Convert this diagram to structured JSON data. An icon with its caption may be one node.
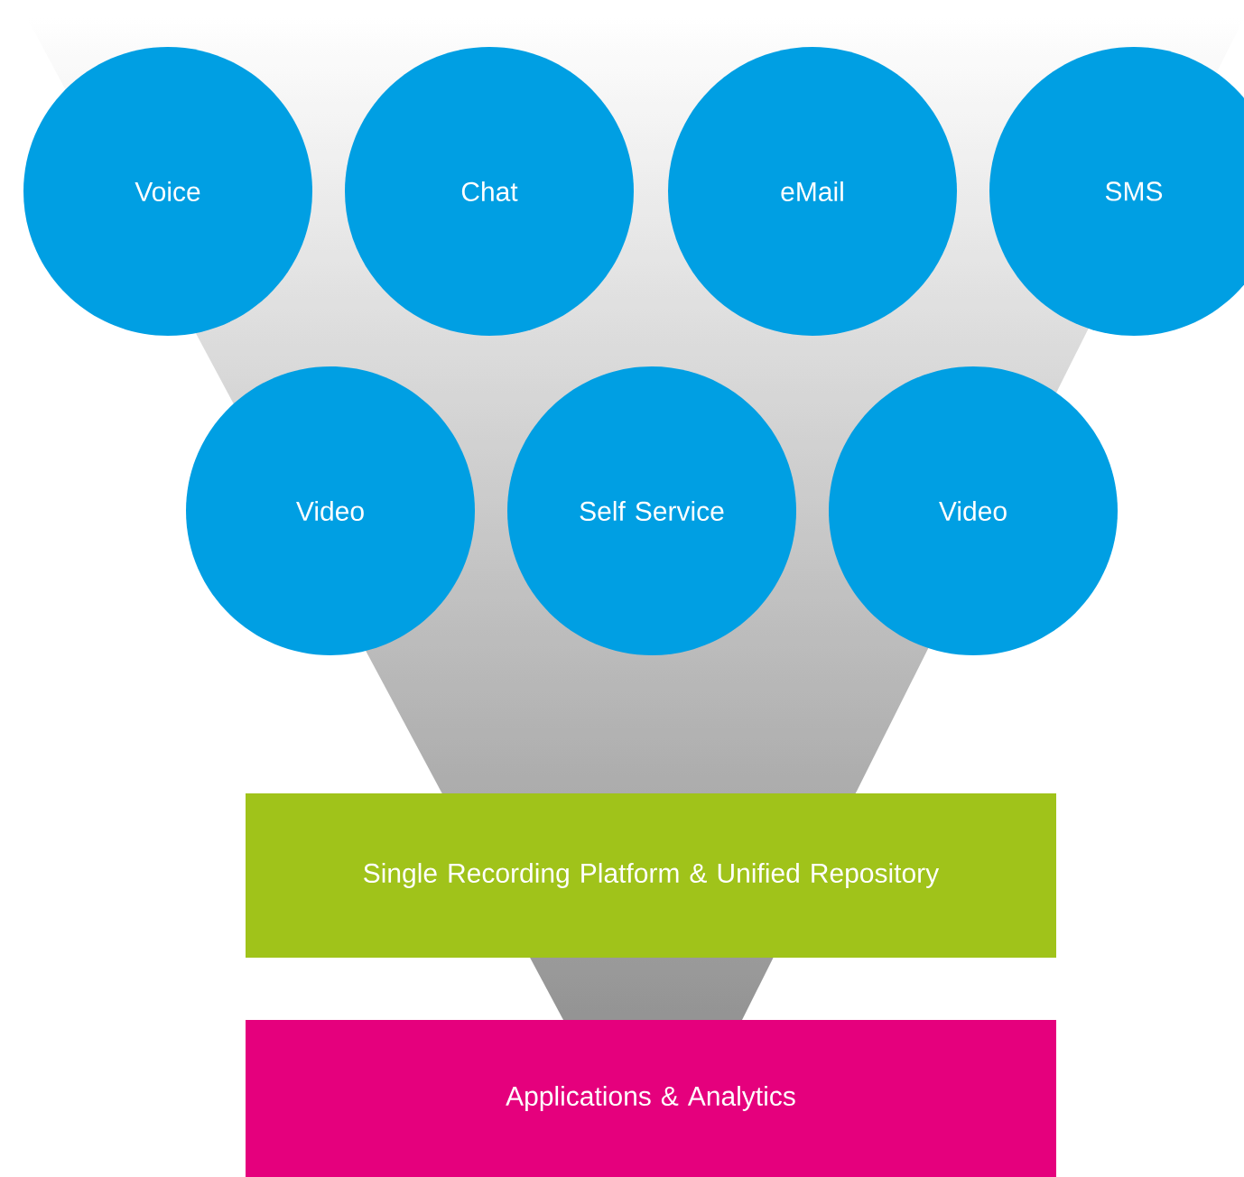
{
  "diagram": {
    "nodes": [
      {
        "text": [
          "Voice"
        ]
      },
      {
        "text": [
          "Chat"
        ]
      },
      {
        "text": [
          "eMail"
        ]
      },
      {
        "text": [
          "SMS"
        ]
      },
      {
        "text": [
          "Video"
        ]
      },
      {
        "text": [
          "Self Service"
        ]
      },
      {
        "text": [
          "Video"
        ]
      },
      {
        "text": [
          "Single Recording Platform & Unified Repository"
        ]
      },
      {
        "text": [
          "Applications & Analytics"
        ]
      }
    ]
  }
}
